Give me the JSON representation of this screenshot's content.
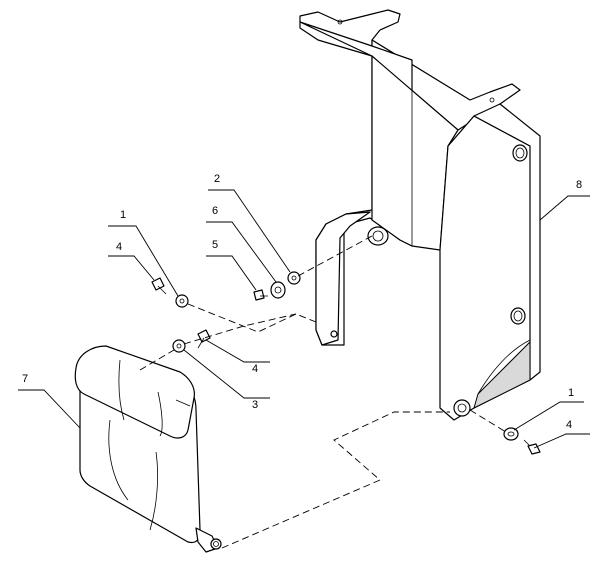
{
  "callouts": [
    {
      "id": "c1a",
      "label": "1"
    },
    {
      "id": "c2",
      "label": "2"
    },
    {
      "id": "c6",
      "label": "6"
    },
    {
      "id": "c5",
      "label": "5"
    },
    {
      "id": "c4a",
      "label": "4"
    },
    {
      "id": "c4b",
      "label": "4"
    },
    {
      "id": "c3",
      "label": "3"
    },
    {
      "id": "c7",
      "label": "7"
    },
    {
      "id": "c8",
      "label": "8"
    },
    {
      "id": "c1b",
      "label": "1"
    },
    {
      "id": "c4c",
      "label": "4"
    }
  ]
}
